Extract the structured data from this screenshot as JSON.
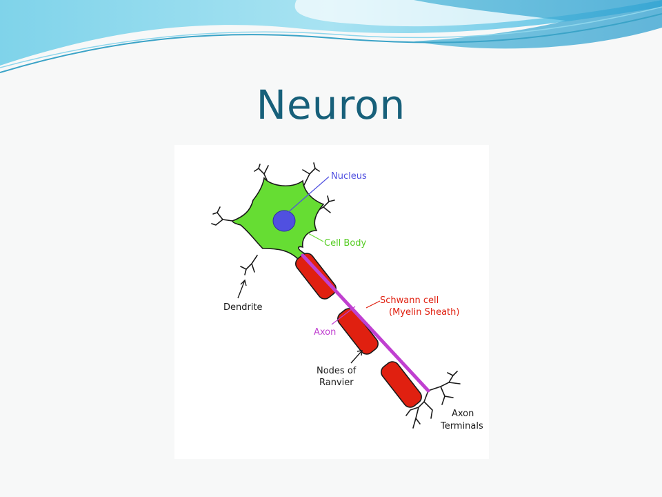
{
  "slide": {
    "title": "Neuron"
  },
  "diagram": {
    "labels": {
      "nucleus": "Nucleus",
      "cell_body": "Cell Body",
      "dendrite": "Dendrite",
      "schwann_cell": "Schwann cell",
      "myelin_sheath": "(Myelin Sheath)",
      "axon": "Axon",
      "nodes_line1": "Nodes of",
      "nodes_line2": "Ranvier",
      "axon_terminals_line1": "Axon",
      "axon_terminals_line2": "Terminals"
    },
    "colors": {
      "title": "#17607a",
      "nucleus": "#5050e0",
      "cell_body": "#66dd33",
      "schwann": "#e02010",
      "axon": "#c040d0",
      "outline": "#1a1a1a"
    }
  }
}
